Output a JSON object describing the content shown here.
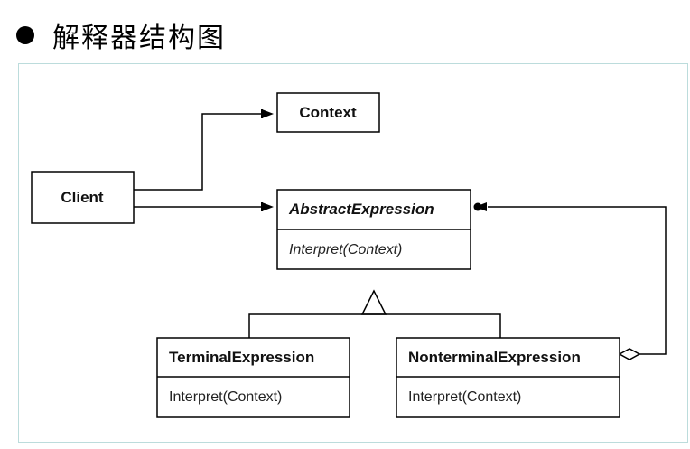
{
  "page": {
    "title": "解释器结构图"
  },
  "diagram": {
    "context": {
      "name": "Context"
    },
    "client": {
      "name": "Client"
    },
    "abstract_expression": {
      "name": "AbstractExpression",
      "operation": "Interpret(Context)"
    },
    "terminal_expression": {
      "name": "TerminalExpression",
      "operation": "Interpret(Context)"
    },
    "nonterminal_expression": {
      "name": "NonterminalExpression",
      "operation": "Interpret(Context)"
    }
  }
}
